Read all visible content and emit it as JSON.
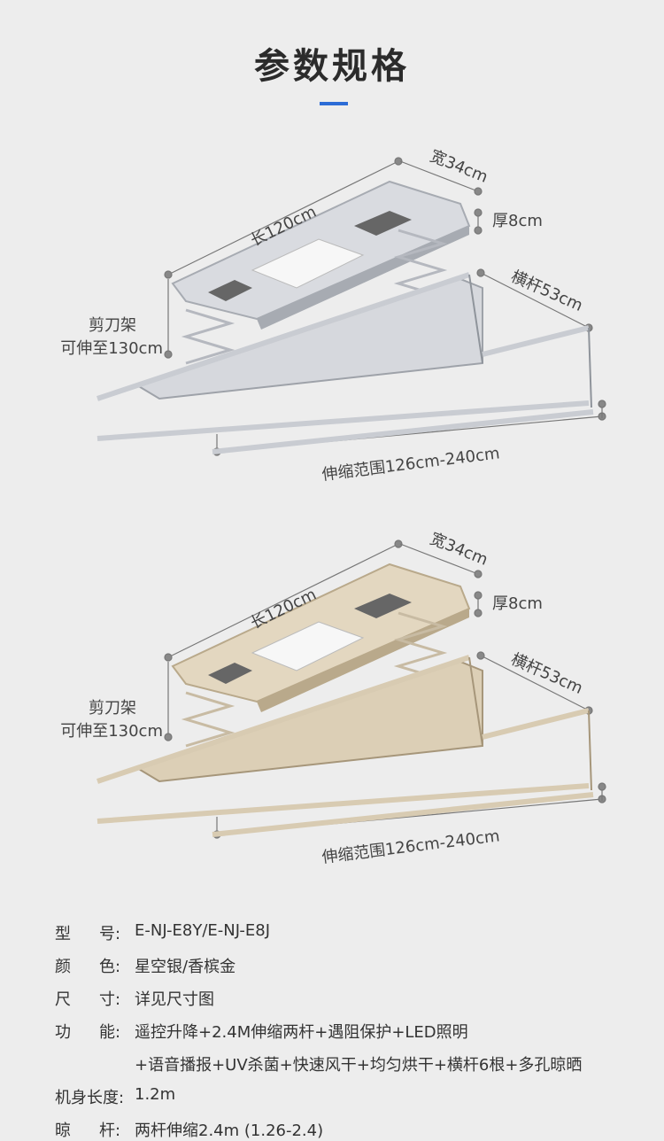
{
  "page_title": "参数规格",
  "diagrams": [
    {
      "finish": "silver",
      "colors": {
        "body": "#d9dbe0",
        "body_dark": "#a7abb2",
        "rail": "#c9ccd2",
        "rail_dark": "#8f949b"
      },
      "labels": {
        "length": "长120cm",
        "width": "宽34cm",
        "thickness": "厚8cm",
        "crossbar": "横杆53cm",
        "scissor_line1": "剪刀架",
        "scissor_line2": "可伸至130cm",
        "range": "伸缩范围126cm-240cm"
      }
    },
    {
      "finish": "champagne-gold",
      "colors": {
        "body": "#e3d7c0",
        "body_dark": "#b9a98b",
        "rail": "#d8cbb2",
        "rail_dark": "#a6967a"
      },
      "labels": {
        "length": "长120cm",
        "width": "宽34cm",
        "thickness": "厚8cm",
        "crossbar": "横杆53cm",
        "scissor_line1": "剪刀架",
        "scissor_line2": "可伸至130cm",
        "range": "伸缩范围126cm-240cm"
      }
    }
  ],
  "specs": [
    {
      "key_chars": [
        "型",
        "号"
      ],
      "value": "E-NJ-E8Y/E-NJ-E8J"
    },
    {
      "key_chars": [
        "颜",
        "色"
      ],
      "value": "星空银/香槟金"
    },
    {
      "key_chars": [
        "尺",
        "寸"
      ],
      "value": "详见尺寸图"
    },
    {
      "key_chars": [
        "功",
        "能"
      ],
      "value": "遥控升降+2.4M伸缩两杆+遇阻保护+LED照明"
    },
    {
      "key_chars": [
        "",
        ""
      ],
      "value": "+语音播报+UV杀菌+快速风干+均匀烘干+横杆6根+多孔晾晒"
    },
    {
      "key_chars": [
        "机身长度"
      ],
      "value": "1.2m"
    },
    {
      "key_chars": [
        "晾",
        "杆"
      ],
      "value": "两杆伸缩2.4m (1.26-2.4)"
    }
  ],
  "spec_colon": ":"
}
